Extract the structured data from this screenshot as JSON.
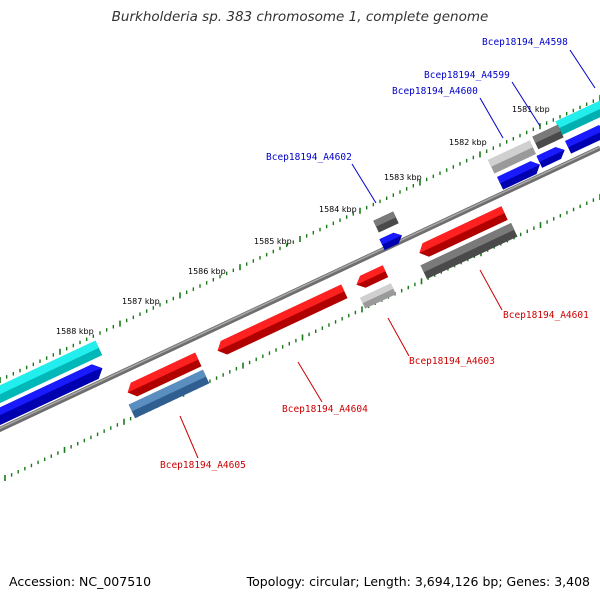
{
  "title": "Burkholderia sp. 383 chromosome 1, complete genome",
  "accession": "Accession: NC_007510",
  "summary": "Topology: circular; Length: 3,694,126 bp; Genes: 3,408",
  "colors": {
    "forward_label": "#0000cc",
    "reverse_label": "#cc0000",
    "backbone": "#808080",
    "ticks": "#1a7a1a"
  },
  "kbp_ticks": [
    {
      "label": "1581 kbp"
    },
    {
      "label": "1582 kbp"
    },
    {
      "label": "1583 kbp"
    },
    {
      "label": "1584 kbp"
    },
    {
      "label": "1585 kbp"
    },
    {
      "label": "1586 kbp"
    },
    {
      "label": "1587 kbp"
    },
    {
      "label": "1588 kbp"
    }
  ],
  "genes": [
    {
      "name": "Bcep18194_A4598",
      "strand": "forward"
    },
    {
      "name": "Bcep18194_A4599",
      "strand": "forward"
    },
    {
      "name": "Bcep18194_A4600",
      "strand": "forward"
    },
    {
      "name": "Bcep18194_A4602",
      "strand": "forward"
    },
    {
      "name": "Bcep18194_A4601",
      "strand": "reverse"
    },
    {
      "name": "Bcep18194_A4603",
      "strand": "reverse"
    },
    {
      "name": "Bcep18194_A4604",
      "strand": "reverse"
    },
    {
      "name": "Bcep18194_A4605",
      "strand": "reverse"
    }
  ]
}
